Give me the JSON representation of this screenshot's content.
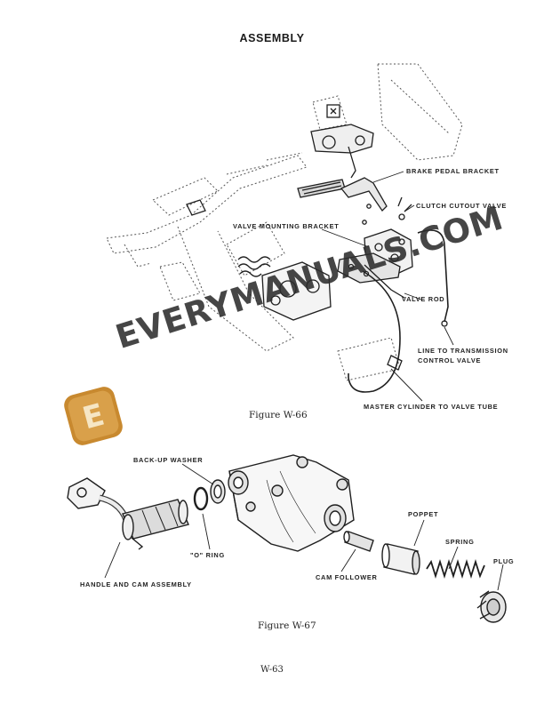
{
  "page": {
    "title": "ASSEMBLY",
    "page_number": "W-63"
  },
  "figure_w66": {
    "caption": "Figure W-66",
    "labels": {
      "brake_pedal_bracket": "BRAKE PEDAL BRACKET",
      "clutch_cutout_valve": "CLUTCH CUTOUT VALVE",
      "valve_mounting_bracket": "VALVE MOUNTING BRACKET",
      "valve_rod": "VALVE ROD",
      "line_to_transmission_1": "LINE TO TRANSMISSION",
      "line_to_transmission_2": "CONTROL VALVE",
      "master_cylinder_tube": "MASTER CYLINDER TO VALVE TUBE"
    }
  },
  "figure_w67": {
    "caption": "Figure W-67",
    "labels": {
      "backup_washer": "BACK-UP WASHER",
      "o_ring": "\"O\" RING",
      "handle_cam": "HANDLE AND CAM ASSEMBLY",
      "cam_follower": "CAM FOLLOWER",
      "poppet": "POPPET",
      "spring": "SPRING",
      "plug": "PLUG"
    }
  },
  "watermark": {
    "text": "EVERYMANUALS.COM",
    "logo_letter": "E",
    "logo_color": "#c8892f"
  }
}
